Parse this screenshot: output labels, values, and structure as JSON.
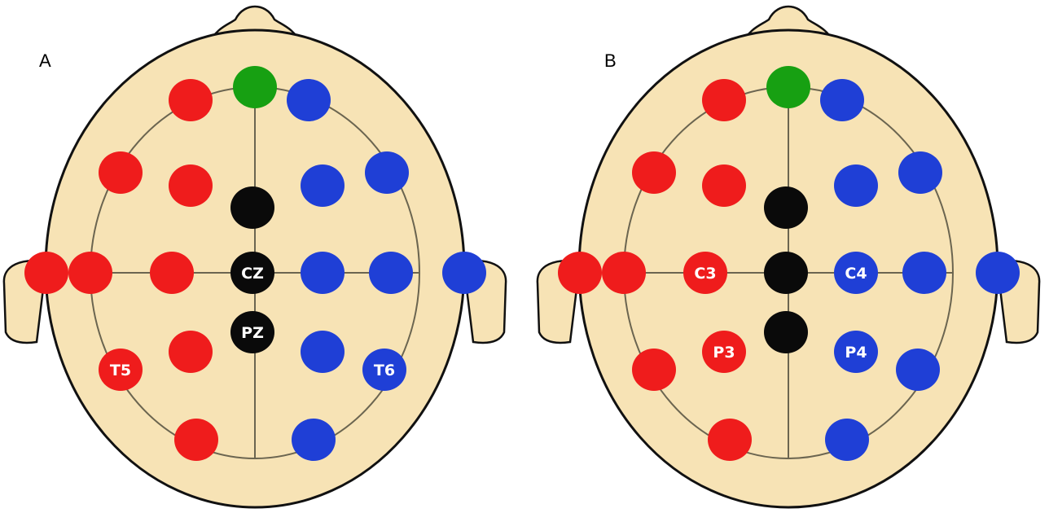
{
  "colors": {
    "scalp": "#f7e3b5",
    "outline": "#111111",
    "grid_line": "#6b6550",
    "red": "#ef1c1c",
    "blue": "#1f3fd6",
    "green": "#17a012",
    "black": "#0a0a0a",
    "label_text": "#ffffff"
  },
  "panels": [
    {
      "id": "A",
      "label": "A",
      "electrodes": [
        {
          "color": "green",
          "text": ""
        },
        {
          "color": "red",
          "text": ""
        },
        {
          "color": "blue",
          "text": ""
        },
        {
          "color": "red",
          "text": ""
        },
        {
          "color": "red",
          "text": ""
        },
        {
          "color": "black",
          "text": ""
        },
        {
          "color": "blue",
          "text": ""
        },
        {
          "color": "blue",
          "text": ""
        },
        {
          "color": "red",
          "text": ""
        },
        {
          "color": "red",
          "text": ""
        },
        {
          "color": "red",
          "text": ""
        },
        {
          "color": "black",
          "text": "CZ"
        },
        {
          "color": "blue",
          "text": ""
        },
        {
          "color": "blue",
          "text": ""
        },
        {
          "color": "blue",
          "text": ""
        },
        {
          "color": "red",
          "text": ""
        },
        {
          "color": "black",
          "text": "PZ"
        },
        {
          "color": "blue",
          "text": ""
        },
        {
          "color": "red",
          "text": "T5"
        },
        {
          "color": "blue",
          "text": "T6"
        },
        {
          "color": "red",
          "text": ""
        },
        {
          "color": "blue",
          "text": ""
        }
      ]
    },
    {
      "id": "B",
      "label": "B",
      "electrodes": [
        {
          "color": "green",
          "text": ""
        },
        {
          "color": "red",
          "text": ""
        },
        {
          "color": "blue",
          "text": ""
        },
        {
          "color": "red",
          "text": ""
        },
        {
          "color": "red",
          "text": ""
        },
        {
          "color": "black",
          "text": ""
        },
        {
          "color": "blue",
          "text": ""
        },
        {
          "color": "blue",
          "text": ""
        },
        {
          "color": "red",
          "text": ""
        },
        {
          "color": "red",
          "text": ""
        },
        {
          "color": "red",
          "text": "C3"
        },
        {
          "color": "black",
          "text": ""
        },
        {
          "color": "blue",
          "text": "C4"
        },
        {
          "color": "blue",
          "text": ""
        },
        {
          "color": "blue",
          "text": ""
        },
        {
          "color": "red",
          "text": "P3"
        },
        {
          "color": "black",
          "text": ""
        },
        {
          "color": "blue",
          "text": "P4"
        },
        {
          "color": "red",
          "text": ""
        },
        {
          "color": "blue",
          "text": ""
        },
        {
          "color": "red",
          "text": ""
        },
        {
          "color": "blue",
          "text": ""
        }
      ]
    }
  ]
}
